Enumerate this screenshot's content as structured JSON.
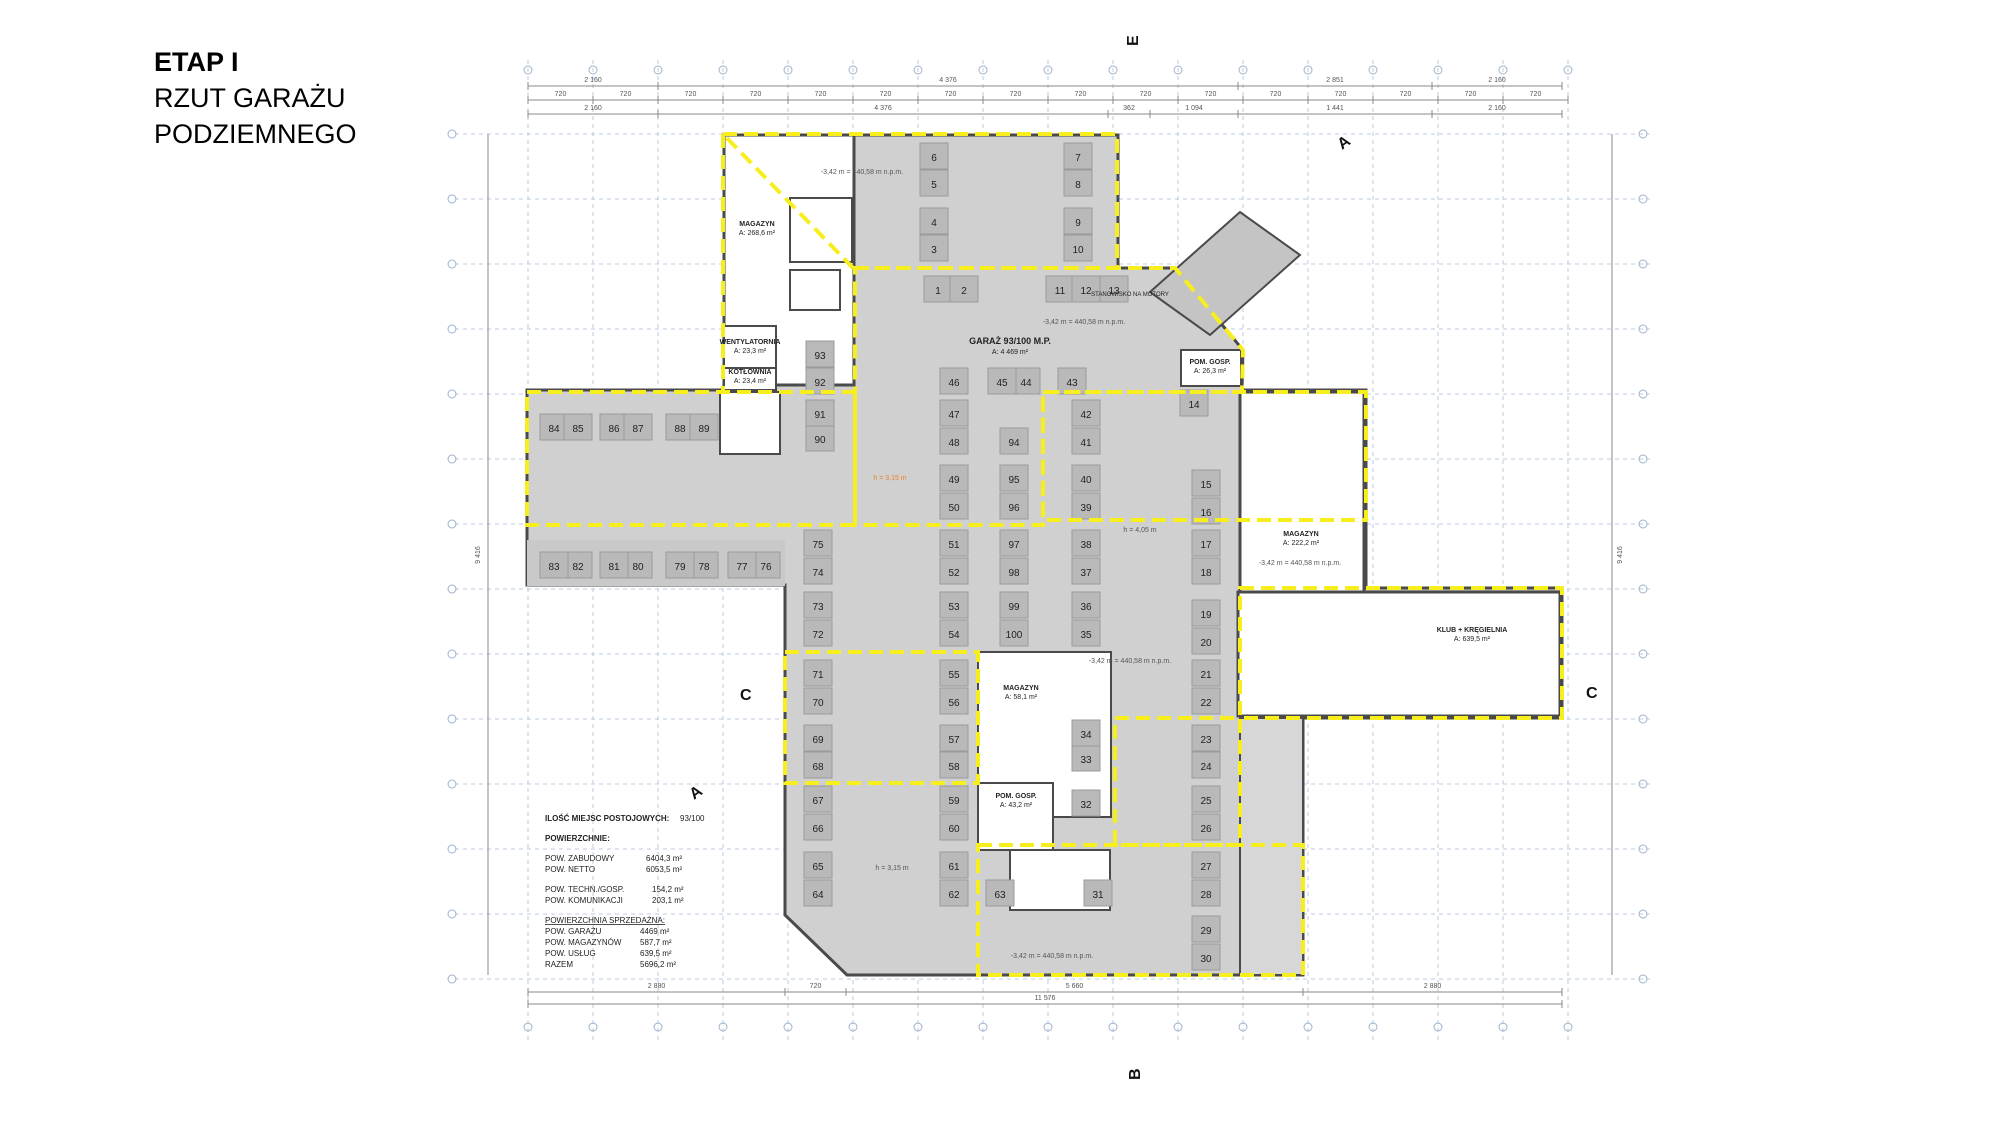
{
  "title": {
    "line1": "ETAP I",
    "line2": "RZUT GARAŻU",
    "line3": "PODZIEMNEGO"
  },
  "markers": {
    "A": "A",
    "B": "B",
    "C": "C",
    "E": "E"
  },
  "rooms": {
    "garaz": "GARAŻ 93/100 M.P.",
    "garaz_area": "A: 4 469 m²",
    "magazyn_nw": "MAGAZYN",
    "magazyn_nw_area": "A: 268,6 m²",
    "wentylatornia": "WENTYLATORNIA",
    "wentylatornia_area": "A: 23,3 m²",
    "kotlownia": "KOTŁOWNIA",
    "kotlownia_area": "A: 23,4 m²",
    "pom_gosp_ne": "POM. GOSP.",
    "pom_gosp_ne_area": "A: 26,3 m²",
    "magazyn_e": "MAGAZYN",
    "magazyn_e_area": "A: 222,2 m²",
    "klub": "KLUB + KRĘGIELNIA",
    "klub_area": "A: 639,5 m²",
    "magazyn_c": "MAGAZYN",
    "magazyn_c_area": "A: 58,1 m²",
    "pom_gosp_s": "POM. GOSP.",
    "pom_gosp_s_area": "A: 43,2 m²",
    "stanowisko": "STANOWISKO NA MOTORY"
  },
  "levels": {
    "top": "-3,42 m = 440,58 m n.p.m.",
    "mid": "-3,42 m = 440,58 m n.p.m.",
    "east": "-3,42 m = 440,58 m n.p.m.",
    "center": "-3,42 m = 440,58 m n.p.m.",
    "bottom": "-3,42 m = 440,58 m n.p.m.",
    "h1": "h = 3,15 m",
    "h2": "h = 4,05 m",
    "h3": "h = 3,15 m"
  },
  "stats": {
    "parking_label": "ILOŚĆ MIEJSC POSTOJOWYCH:",
    "parking_value": "93/100",
    "areas_header": "POWIERZCHNIE:",
    "rows1": [
      {
        "label": "POW. ZABUDOWY",
        "value": "6404,3 m²"
      },
      {
        "label": "POW. NETTO",
        "value": "6053,5 m²"
      }
    ],
    "rows2": [
      {
        "label": "POW. TECHN./GOSP.",
        "value": "154,2 m²"
      },
      {
        "label": "POW. KOMUNIKACJI",
        "value": "203,1 m²"
      }
    ],
    "sales_header": "POWIERZCHNIA SPRZEDAŻNA:",
    "rows3": [
      {
        "label": "POW. GARAŻU",
        "value": "4469 m²"
      },
      {
        "label": "POW. MAGAZYNÓW",
        "value": "587,7 m²"
      },
      {
        "label": "POW. USŁUG",
        "value": "639,5 m²"
      },
      {
        "label": "RAZEM",
        "value": "5696,2 m²"
      }
    ]
  },
  "dims": {
    "top_row1": [
      "2 160",
      "4 376",
      "2 851",
      "2 160"
    ],
    "top_row2": [
      "720",
      "720",
      "720",
      "720",
      "720",
      "720",
      "720",
      "720",
      "720",
      "720",
      "720",
      "720",
      "720",
      "720",
      "720",
      "720"
    ],
    "top_row3": [
      "2 160",
      "4 376",
      "362",
      "1 094",
      "1 441",
      "2 160"
    ],
    "bottom_row1": [
      "2 880",
      "720",
      "5 660",
      "2 880"
    ],
    "bottom_total": "11 576",
    "left_total": "9 416",
    "right_total": "9 416"
  },
  "stalls": [
    "1",
    "2",
    "3",
    "4",
    "5",
    "6",
    "7",
    "8",
    "9",
    "10",
    "11",
    "12",
    "13",
    "14",
    "15",
    "16",
    "17",
    "18",
    "19",
    "20",
    "21",
    "22",
    "23",
    "24",
    "25",
    "26",
    "27",
    "28",
    "29",
    "30",
    "31",
    "32",
    "33",
    "34",
    "35",
    "36",
    "37",
    "38",
    "39",
    "40",
    "41",
    "42",
    "43",
    "44",
    "45",
    "46",
    "47",
    "48",
    "49",
    "50",
    "51",
    "52",
    "53",
    "54",
    "55",
    "56",
    "57",
    "58",
    "59",
    "60",
    "61",
    "62",
    "63",
    "64",
    "65",
    "66",
    "67",
    "68",
    "69",
    "70",
    "71",
    "72",
    "73",
    "74",
    "75",
    "76",
    "77",
    "78",
    "79",
    "80",
    "81",
    "82",
    "83",
    "84",
    "85",
    "86",
    "87",
    "88",
    "89",
    "90",
    "91",
    "92",
    "93",
    "94",
    "95",
    "96",
    "97",
    "98",
    "99",
    "100"
  ],
  "colors": {
    "floor": "#d0d0d0",
    "stall": "#b9b9b9",
    "wall": "#4a4a4a",
    "zone": "#f7ee1e",
    "grid": "#b8cbe3",
    "accent": "#e8842a"
  }
}
